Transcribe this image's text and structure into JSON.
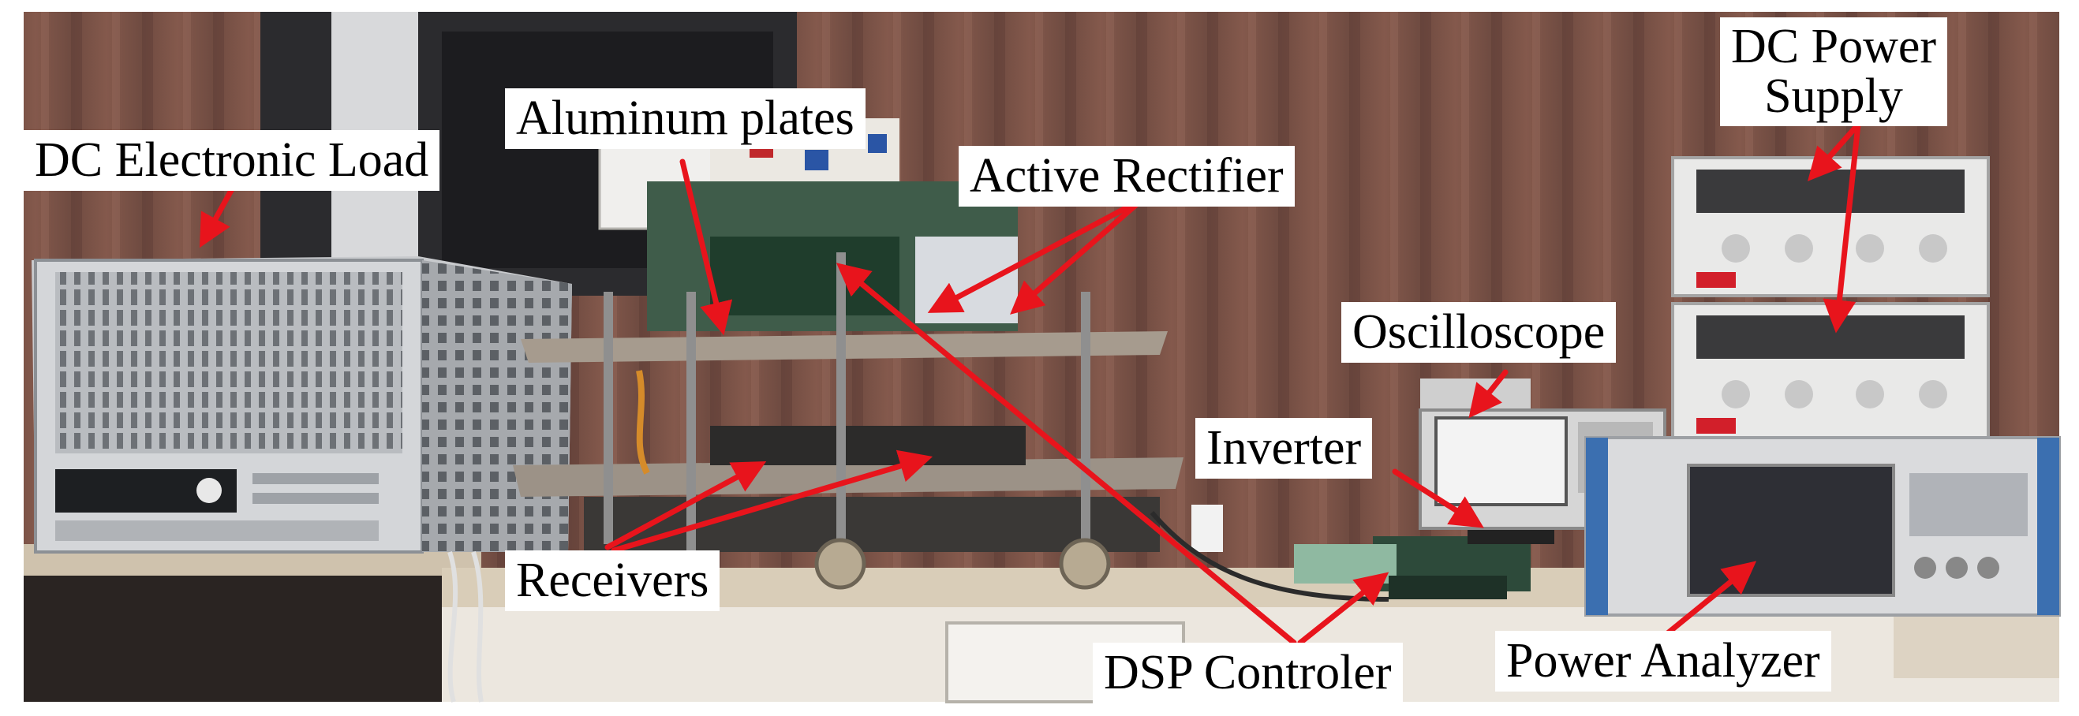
{
  "labels": {
    "dc_electronic_load": "DC Electronic Load",
    "aluminum_plates": "Aluminum plates",
    "active_rectifier": "Active Rectifier",
    "dc_power_supply_line1": "DC Power",
    "dc_power_supply_line2": "Supply",
    "oscilloscope": "Oscilloscope",
    "inverter": "Inverter",
    "receivers": "Receivers",
    "dsp_controler": "DSP Controler",
    "power_analyzer": "Power Analyzer"
  },
  "colors": {
    "arrow": "#e8141c",
    "curtain": "#7a5448",
    "floor": "#c9b9a4",
    "label_bg": "#ffffff"
  }
}
